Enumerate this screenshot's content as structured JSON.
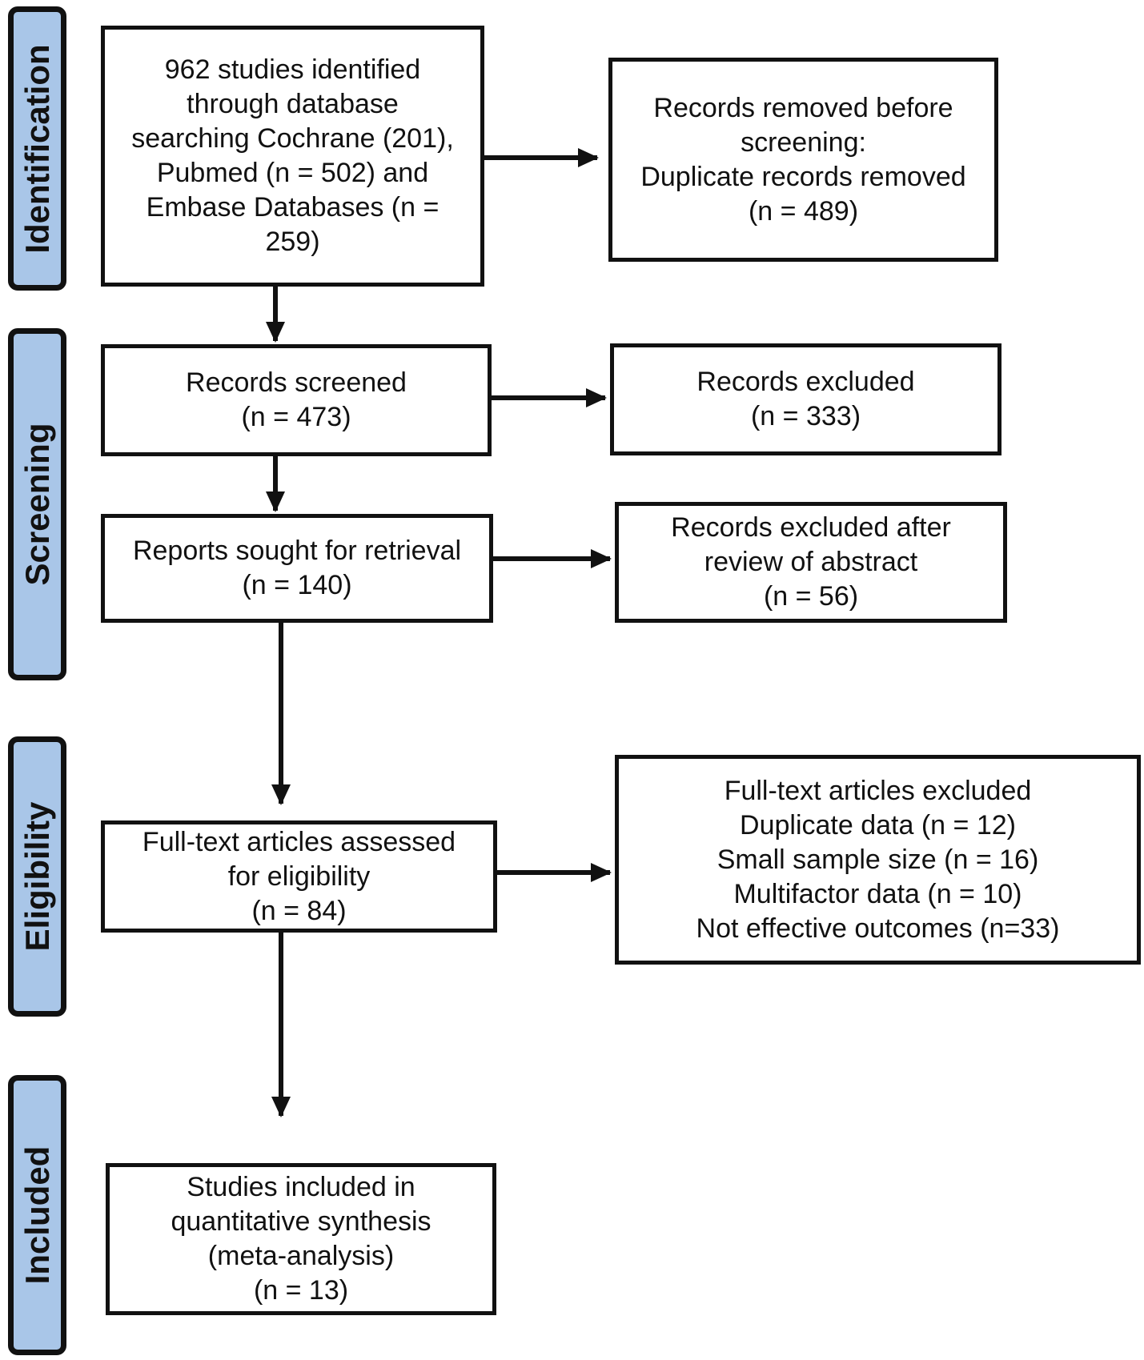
{
  "phases": {
    "identification": "Identification",
    "screening": "Screening",
    "eligibility": "Eligibility",
    "included": "Included"
  },
  "boxes": {
    "identified": {
      "lines": [
        "962 studies identified",
        "through database",
        "searching Cochrane (201),",
        "Pubmed (n = 502) and",
        "Embase Databases (n =",
        "259)"
      ]
    },
    "removed_before_screening": {
      "lines": [
        "Records removed before",
        "screening:",
        "Duplicate records removed",
        "(n = 489)"
      ]
    },
    "screened": {
      "lines": [
        "Records screened",
        "(n = 473)"
      ]
    },
    "excluded": {
      "lines": [
        "Records excluded",
        "(n = 333)"
      ]
    },
    "sought_retrieval": {
      "lines": [
        "Reports sought for retrieval",
        "(n = 140)"
      ]
    },
    "excluded_abstract": {
      "lines": [
        "Records excluded after",
        "review of abstract",
        "(n = 56)"
      ]
    },
    "fulltext_assessed": {
      "lines": [
        "Full-text articles assessed",
        "for eligibility",
        "(n = 84)"
      ]
    },
    "fulltext_excluded": {
      "lines": [
        "Full-text articles excluded",
        "Duplicate data (n = 12)",
        "Small sample size (n = 16)",
        "Multifactor data (n = 10)",
        "Not effective outcomes (n=33)"
      ]
    },
    "included": {
      "lines": [
        "Studies included in",
        "quantitative synthesis",
        "(meta-analysis)",
        "(n = 13)"
      ]
    }
  },
  "colors": {
    "phase_fill": "#a9c6e8",
    "stroke": "#111111"
  }
}
